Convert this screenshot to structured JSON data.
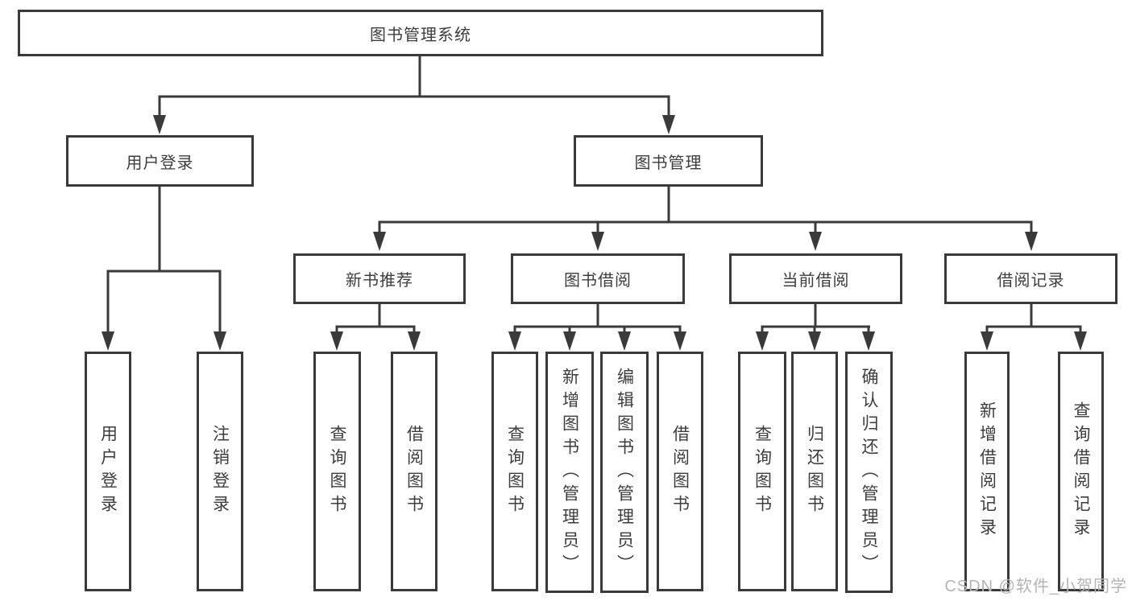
{
  "colors": {
    "background": "#ffffff",
    "box_border": "#3a3a3a",
    "box_fill": "#ffffff",
    "text": "#3d3d3d",
    "connector": "#3a3a3a",
    "watermark": "#b4b4b4"
  },
  "tree": {
    "root": {
      "label": "图书管理系统",
      "children": [
        {
          "label": "用户登录",
          "children": [
            {
              "label": "用户登录"
            },
            {
              "label": "注销登录"
            }
          ]
        },
        {
          "label": "图书管理",
          "children": [
            {
              "label": "新书推荐",
              "children": [
                {
                  "label": "查询图书"
                },
                {
                  "label": "借阅图书"
                }
              ]
            },
            {
              "label": "图书借阅",
              "children": [
                {
                  "label": "查询图书"
                },
                {
                  "label": "新增图书（管理员）"
                },
                {
                  "label": "编辑图书（管理员）"
                },
                {
                  "label": "借阅图书"
                }
              ]
            },
            {
              "label": "当前借阅",
              "children": [
                {
                  "label": "查询图书"
                },
                {
                  "label": "归还图书"
                },
                {
                  "label": "确认归还（管理员）"
                }
              ]
            },
            {
              "label": "借阅记录",
              "children": [
                {
                  "label": "新增借阅记录"
                },
                {
                  "label": "查询借阅记录"
                }
              ]
            }
          ]
        }
      ]
    }
  },
  "watermark": {
    "text": "CSDN @软件_小贺同学"
  }
}
